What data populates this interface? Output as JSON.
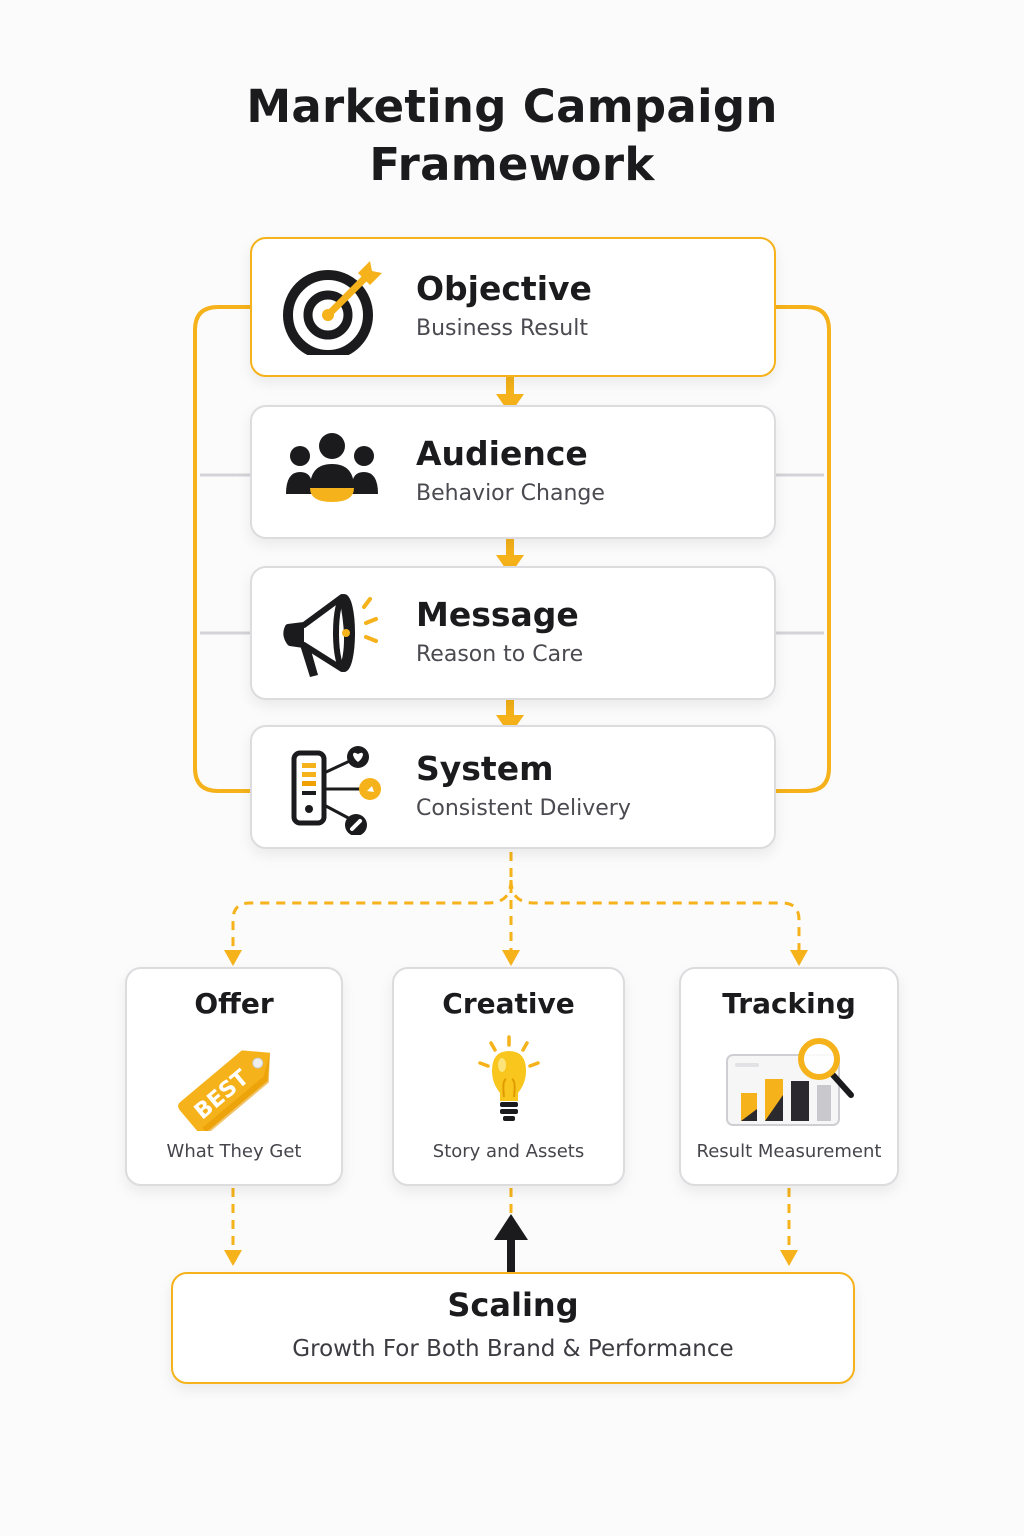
{
  "title": "Marketing Campaign Framework",
  "colors": {
    "accent": "#f5b21a",
    "dark": "#1b1b1d",
    "border": "#dcdcdf",
    "background": "#fbfbfb"
  },
  "stages": [
    {
      "heading": "Objective",
      "subtitle": "Business Result",
      "icon": "target-arrow-icon"
    },
    {
      "heading": "Audience",
      "subtitle": "Behavior Change",
      "icon": "people-group-icon"
    },
    {
      "heading": "Message",
      "subtitle": "Reason to Care",
      "icon": "megaphone-icon"
    },
    {
      "heading": "System",
      "subtitle": "Consistent Delivery",
      "icon": "system-network-icon"
    }
  ],
  "pillars": [
    {
      "heading": "Offer",
      "subtitle": "What They Get",
      "icon": "price-tag-icon",
      "tag_text": "BEST"
    },
    {
      "heading": "Creative",
      "subtitle": "Story and Assets",
      "icon": "lightbulb-icon"
    },
    {
      "heading": "Tracking",
      "subtitle": "Result Measurement",
      "icon": "chart-magnifier-icon"
    }
  ],
  "scaling": {
    "heading": "Scaling",
    "subtitle": "Growth For Both Brand & Performance"
  }
}
